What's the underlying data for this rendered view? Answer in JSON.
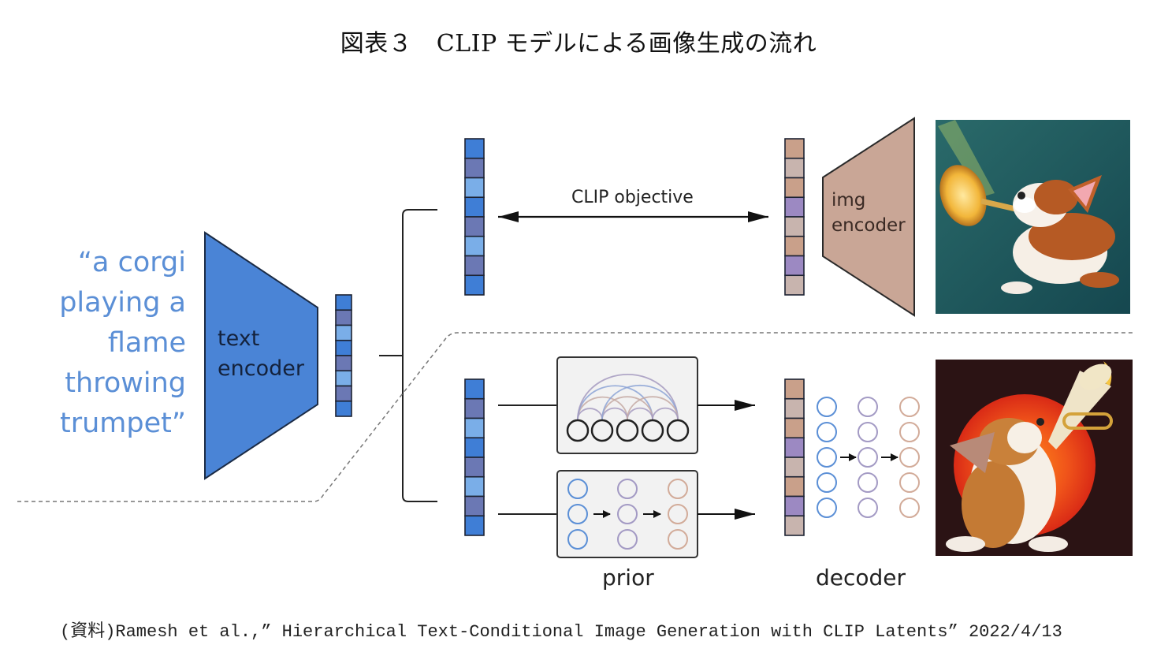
{
  "title": "図表３　CLIP モデルによる画像生成の流れ",
  "caption": "(資料)Ramesh et al.,” Hierarchical Text-Conditional Image Generation with CLIP Latents” 2022/4/13",
  "prompt": {
    "lines": [
      "“a corgi",
      "playing a",
      "flame",
      "throwing",
      "trumpet”"
    ]
  },
  "text_encoder": {
    "line1": "text",
    "line2": "encoder"
  },
  "img_encoder": {
    "line1": "img",
    "line2": "encoder"
  },
  "clip_objective_label": "CLIP objective",
  "prior_label": "prior",
  "decoder_label": "decoder",
  "images": {
    "top": "corgi playing trumpet on teal background (training image)",
    "bottom": "corgi playing flame-throwing trumpet with red sun (generated image)"
  },
  "colors": {
    "text_blue": "#5b8fd6",
    "encoder_blue": "#4a84d6",
    "img_encoder_tan": "#c9a696",
    "text_embedding_cells": [
      "#3f7ed6",
      "#6b78b4",
      "#7aaee8",
      "#3f7ed6",
      "#6b78b4",
      "#7aaee8",
      "#6b78b4",
      "#3f7ed6"
    ],
    "image_embedding_cells": [
      "#c9a08a",
      "#c8b4ae",
      "#c9a08a",
      "#9c89c2",
      "#c8b4ae",
      "#c9a08a",
      "#9c89c2",
      "#c8b4ae"
    ]
  }
}
